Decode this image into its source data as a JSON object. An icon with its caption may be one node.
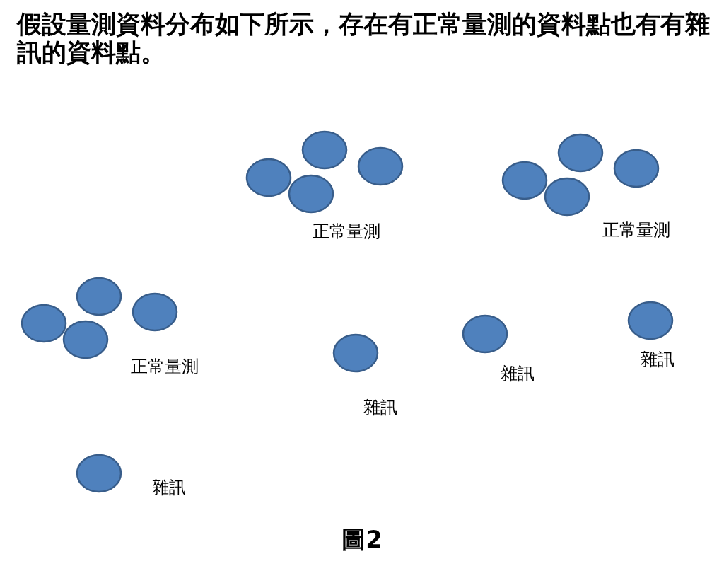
{
  "diagram": {
    "title": "假設量測資料分布如下所示，存在有正常量測的資料點也有有雜訊的資料點。",
    "caption": "圖2",
    "labels": [
      "正常量測",
      "正常量測",
      "正常量測",
      "雜訊",
      "雜訊",
      "雜訊",
      "雜訊"
    ]
  }
}
